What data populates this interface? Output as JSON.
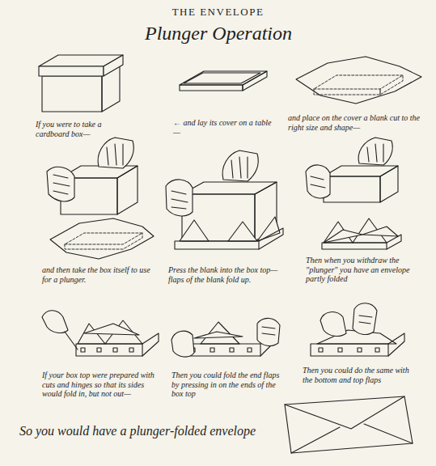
{
  "diagram": {
    "title": "THE ENVELOPE",
    "caption": "So you would have a plunger-folded envelope",
    "labels": [
      "Plunger Operation",
      "If you were to take a cardboard box—",
      "← and lay its cover on a table—",
      "and place on the cover a blank cut to the right size and shape—",
      "and then take the box itself to use for a plunger.",
      "Press the blank into the box top— flaps of the blank fold up.",
      "Then when you withdraw the \"plunger\" you have an envelope partly folded",
      "If your box top were prepared with cuts and hinges so that its sides would fold in, but not out—",
      "Then you could fold the end flaps by pressing in on the ends of the box top",
      "Then you could do the same with the bottom and top flaps"
    ]
  }
}
